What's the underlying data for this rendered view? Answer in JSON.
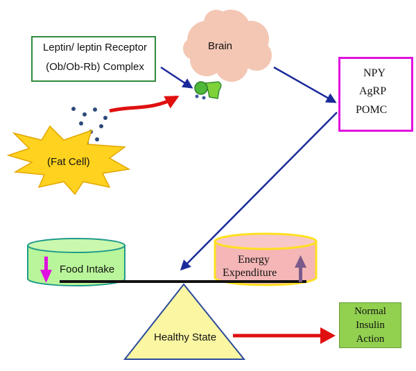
{
  "receptor": {
    "line1": "Leptin/ leptin Receptor",
    "line2": "(Ob/Ob-Rb) Complex"
  },
  "brain": {
    "label": "Brain"
  },
  "neuropeptides": {
    "npy": "NPY",
    "agrp": "AgRP",
    "pomc": "POMC"
  },
  "fat_cell": {
    "label": "(Fat Cell)"
  },
  "balance": {
    "food_intake": "Food Intake",
    "energy_line1": "Energy",
    "energy_line2": "Expenditure",
    "healthy_state": "Healthy State"
  },
  "outcome": {
    "line1": "Normal",
    "line2": "Insulin",
    "line3": "Action"
  },
  "colors": {
    "receptor_border": "#2e8b3a",
    "neuropeptide_border": "#e010e0",
    "down_arrow": "#e010e0",
    "up_arrow": "#1f7fc0",
    "navy_arrow": "#1a2a9a",
    "red_arrow": "#e01010",
    "fat_cell": "#ffd21f",
    "food_cylinder": "#b9f59a",
    "energy_cylinder": "#f4b6b6",
    "energy_cylinder_border": "#ffe020",
    "fulcrum": "#fbf6a2",
    "outcome_box": "#92d050",
    "brain": "#f3c7b4"
  }
}
